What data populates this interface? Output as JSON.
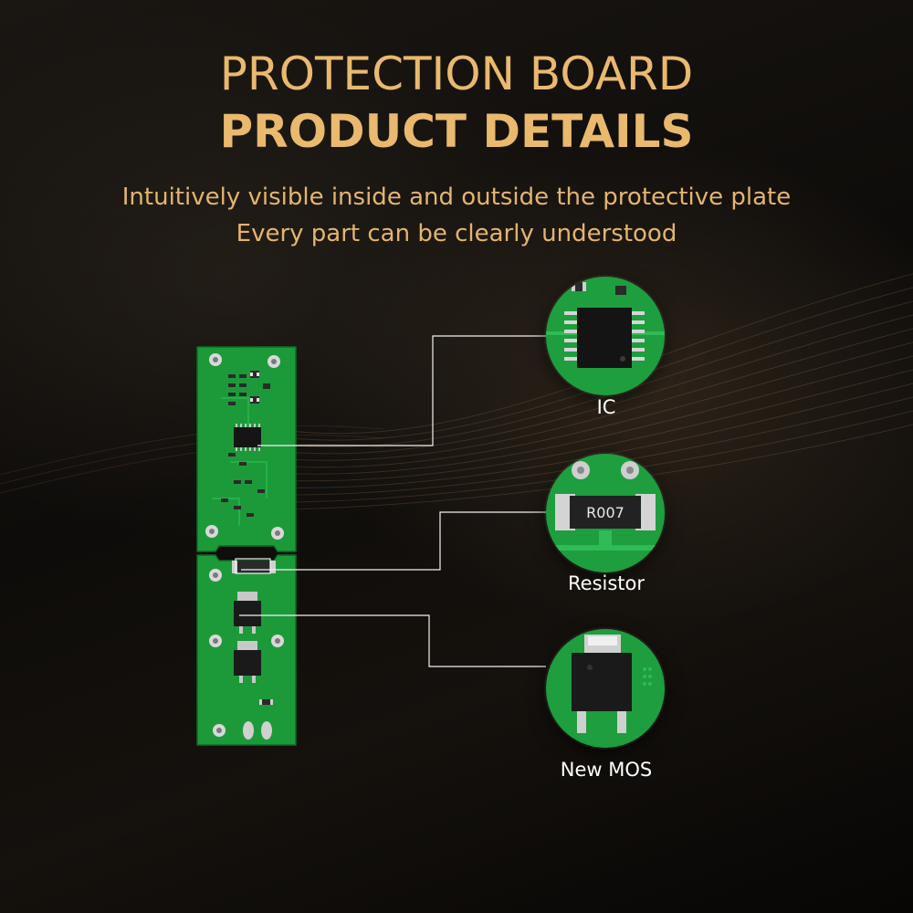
{
  "header": {
    "title_line1": "PROTECTION BOARD",
    "title_line2": "PRODUCT DETAILS",
    "subtitle_line1": "Intuitively visible inside and outside the protective plate",
    "subtitle_line2": "Every part can be clearly understood"
  },
  "callouts": {
    "ic": {
      "label": "IC"
    },
    "resistor": {
      "label": "Resistor",
      "marking": "R007"
    },
    "mos": {
      "label": "New MOS"
    }
  },
  "colors": {
    "title_gold": "#e9b96e",
    "background": "#0c0a08",
    "pcb_green": "#1c9a3a",
    "label_white": "#ffffff"
  }
}
